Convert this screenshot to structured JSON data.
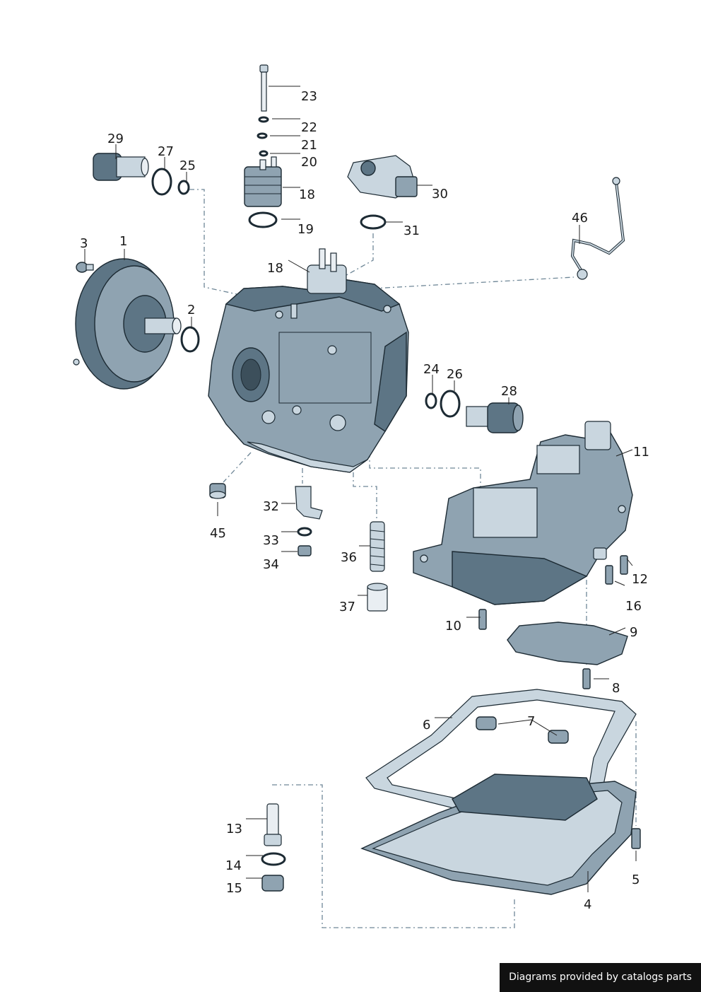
{
  "diagram": {
    "callouts": {
      "c1": "1",
      "c2": "2",
      "c3": "3",
      "c4": "4",
      "c5": "5",
      "c6": "6",
      "c7": "7",
      "c8": "8",
      "c9": "9",
      "c10": "10",
      "c11": "11",
      "c12": "12",
      "c13": "13",
      "c14": "14",
      "c15": "15",
      "c16": "16",
      "c18a": "18",
      "c18b": "18",
      "c19": "19",
      "c20": "20",
      "c21": "21",
      "c22": "22",
      "c23": "23",
      "c24": "24",
      "c25": "25",
      "c26": "26",
      "c27": "27",
      "c28": "28",
      "c29": "29",
      "c30": "30",
      "c31": "31",
      "c32": "32",
      "c33": "33",
      "c34": "34",
      "c36": "36",
      "c37": "37",
      "c45": "45",
      "c46": "46"
    },
    "credit_text": "Diagrams provided by catalogs parts"
  }
}
